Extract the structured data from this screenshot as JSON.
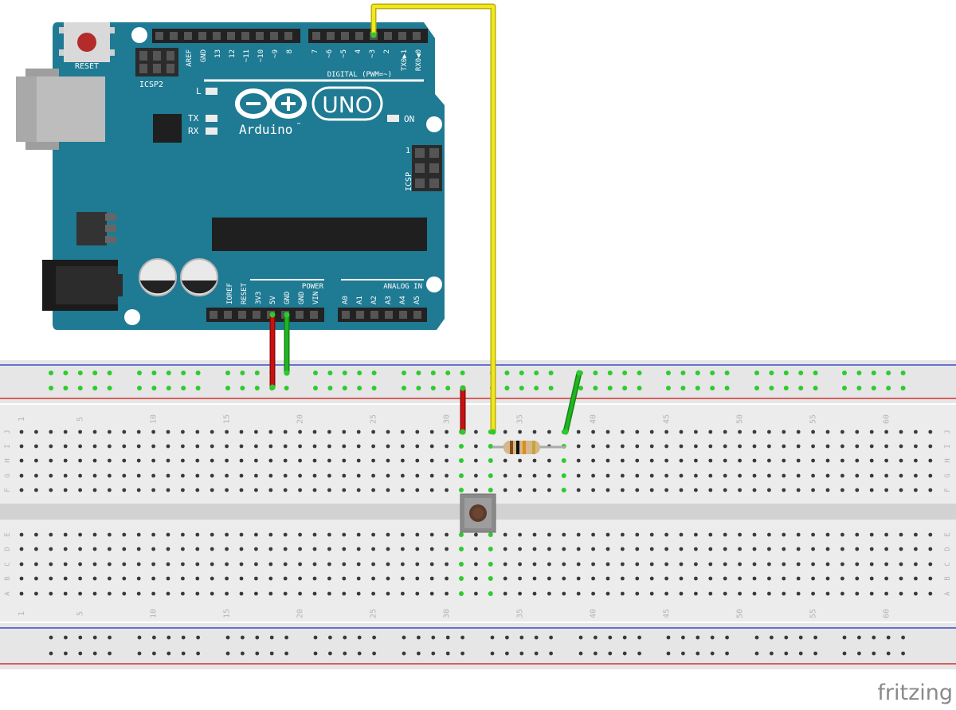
{
  "board": {
    "reset_label": "RESET",
    "icsp2_label": "ICSP2",
    "icsp_label": "ICSP",
    "icsp_pin1": "1",
    "aref": "AREF",
    "gnd": "GND",
    "d13": "13",
    "d12": "12",
    "d11": "~11",
    "d10": "~10",
    "d9": "~9",
    "d8": "8",
    "d7": "7",
    "d6": "~6",
    "d5": "~5",
    "d4": "4",
    "d3": "~3",
    "d2": "2",
    "tx1": "TX0▶1",
    "rx0": "RX0◀0",
    "digital_label": "DIGITAL (PWM=~)",
    "led_l": "L",
    "led_tx": "TX",
    "led_rx": "RX",
    "led_on": "ON",
    "brand": "Arduino",
    "tm": "™",
    "model": "UNO",
    "power_label": "POWER",
    "analog_label": "ANALOG IN",
    "ioref": "IOREF",
    "reset_pin": "RESET",
    "v33": "3V3",
    "v5": "5V",
    "gnd1": "GND",
    "gnd2": "GND",
    "vin": "VIN",
    "a0": "A0",
    "a1": "A1",
    "a2": "A2",
    "a3": "A3",
    "a4": "A4",
    "a5": "A5"
  },
  "breadboard": {
    "col_numbers": [
      "1",
      "5",
      "10",
      "15",
      "20",
      "25",
      "30",
      "35",
      "40",
      "45",
      "50",
      "55",
      "60"
    ],
    "rows_top": [
      "J",
      "I",
      "H",
      "G",
      "F"
    ],
    "rows_bottom": [
      "E",
      "D",
      "C",
      "B",
      "A"
    ]
  },
  "watermark": "fritzing",
  "colors": {
    "board": "#1F7A93",
    "board_dark": "#17607a",
    "header": "#222222",
    "wire_5v": "#CC1010",
    "wire_gnd": "#22B422",
    "wire_signal": "#F2E81A",
    "breadboard": "#E8E8E8",
    "rail_red": "#D23030",
    "rail_blue": "#3A4CC8",
    "connected_hole": "#2DCB2D"
  }
}
